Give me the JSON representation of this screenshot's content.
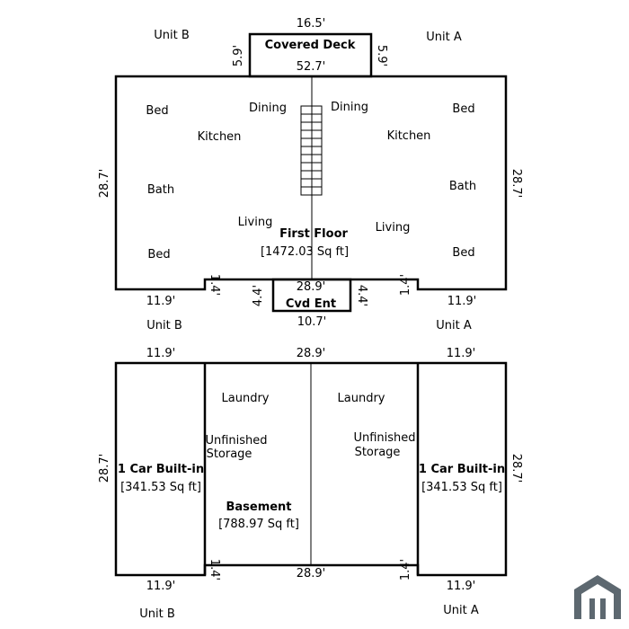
{
  "first_floor": {
    "title": "First Floor",
    "area": "[1472.03 Sq ft]",
    "unit_left": "Unit B",
    "unit_right": "Unit A",
    "deck": {
      "label": "Covered Deck",
      "width": "16.5'",
      "depth_left": "5.9'",
      "depth_right": "5.9'"
    },
    "top_width": "52.7'",
    "left_height": "28.7'",
    "right_height": "28.7'",
    "bottom_left_width": "11.9'",
    "bottom_right_width": "11.9'",
    "step_left": "1.4'",
    "step_right": "1.4'",
    "middle_width": "28.9'",
    "entry": {
      "label": "Cvd Ent",
      "width": "10.7'",
      "depth_left": "4.4'",
      "depth_right": "4.4'"
    },
    "unit_left_bottom": "Unit B",
    "unit_right_bottom": "Unit A",
    "rooms_left": {
      "bed_top": "Bed",
      "dining": "Dining",
      "kitchen": "Kitchen",
      "bath": "Bath",
      "living": "Living",
      "bed_bottom": "Bed"
    },
    "rooms_right": {
      "dining": "Dining",
      "bed_top": "Bed",
      "kitchen": "Kitchen",
      "bath": "Bath",
      "living": "Living",
      "bed_bottom": "Bed"
    }
  },
  "basement": {
    "title": "Basement",
    "area": "[788.97 Sq ft]",
    "top_left_width": "11.9'",
    "top_middle_width": "28.9'",
    "top_right_width": "11.9'",
    "left_height": "28.7'",
    "right_height": "28.7'",
    "garage_left": {
      "label": "1 Car Built-in",
      "area": "[341.53 Sq ft]"
    },
    "garage_right": {
      "label": "1 Car Built-in",
      "area": "[341.53 Sq ft]"
    },
    "laundry_left": "Laundry",
    "laundry_right": "Laundry",
    "storage_left_1": "Unfinished",
    "storage_left_2": "Storage",
    "storage_right_1": "Unfinished",
    "storage_right_2": "Storage",
    "step_left": "1.4'",
    "step_right": "1.4'",
    "bottom_left_width": "11.9'",
    "bottom_middle_width": "28.9'",
    "bottom_right_width": "11.9'",
    "unit_left": "Unit B",
    "unit_right": "Unit A"
  },
  "logo": {
    "icon": "house-icon"
  }
}
